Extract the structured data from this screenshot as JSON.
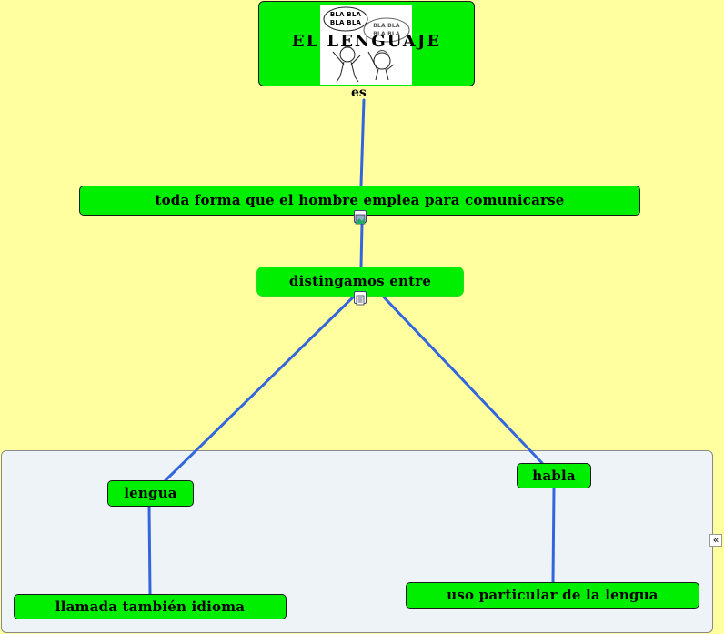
{
  "concept_map": {
    "title": "EL LENGUAJE",
    "title_image_text": [
      "BLA BLA",
      "BLA BLA",
      "BLA BLA",
      "BLA BLA"
    ],
    "link_label": "es",
    "nodes": {
      "definition": "toda forma que el hombre emplea para comunicarse",
      "distinguish": "distingamos entre",
      "lengua": "lengua",
      "habla": "habla",
      "lengua_detail": "llamada también idioma",
      "habla_detail": "uso particular de la lengua"
    },
    "icons": {
      "definition_attachment": "image-attachment-icon",
      "distinguish_attachment": "document-attachment-icon",
      "group_toggle": "collapse-arrows-icon"
    },
    "colors": {
      "background": "#ffffa0",
      "node_fill": "#00ee00",
      "connector": "#3366dd",
      "group_panel": "#edf3f6"
    }
  }
}
